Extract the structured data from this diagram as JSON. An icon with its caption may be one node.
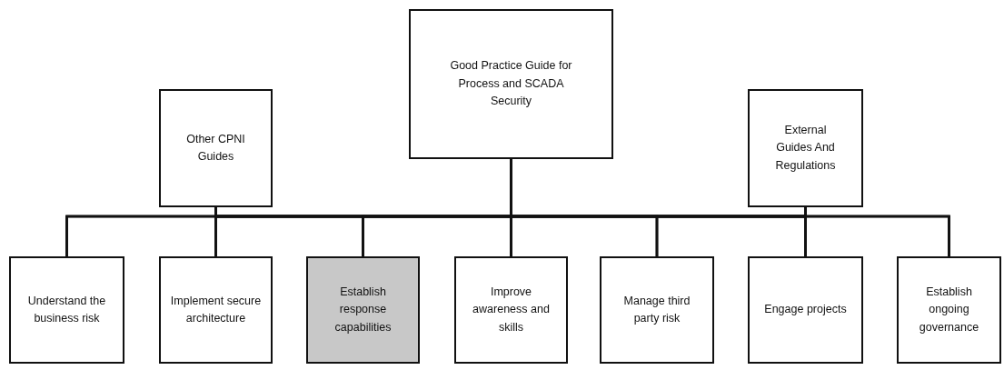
{
  "diagram": {
    "nodes": [
      {
        "text": [
          "Good Practice Guide for Process and SCADA Security"
        ]
      },
      {
        "text": [
          "Other CPNI Guides"
        ]
      },
      {
        "text": [
          "External Guides And Regulations"
        ]
      },
      {
        "text": [
          "Understand the business risk"
        ]
      },
      {
        "text": [
          "Implement secure architecture"
        ]
      },
      {
        "text": [
          "Establish response capabilities"
        ]
      },
      {
        "text": [
          "Improve awareness and skills"
        ]
      },
      {
        "text": [
          "Manage third party risk"
        ]
      },
      {
        "text": [
          "Engage projects"
        ]
      },
      {
        "text": [
          "Establish ongoing governance"
        ]
      }
    ],
    "edges": [
      {
        "from": 0,
        "to": 3,
        "arrow": "none"
      },
      {
        "from": 0,
        "to": 4,
        "arrow": "none"
      },
      {
        "from": 0,
        "to": 5,
        "arrow": "none"
      },
      {
        "from": 0,
        "to": 6,
        "arrow": "none"
      },
      {
        "from": 0,
        "to": 7,
        "arrow": "none"
      },
      {
        "from": 0,
        "to": 8,
        "arrow": "none"
      },
      {
        "from": 0,
        "to": 9,
        "arrow": "none"
      },
      {
        "from": 1,
        "to": 3,
        "arrow": "none"
      },
      {
        "from": 1,
        "to": 4,
        "arrow": "none"
      },
      {
        "from": 1,
        "to": 5,
        "arrow": "none"
      },
      {
        "from": 1,
        "to": 6,
        "arrow": "none"
      },
      {
        "from": 1,
        "to": 7,
        "arrow": "none"
      },
      {
        "from": 1,
        "to": 8,
        "arrow": "none"
      },
      {
        "from": 1,
        "to": 9,
        "arrow": "none"
      },
      {
        "from": 2,
        "to": 3,
        "arrow": "none"
      },
      {
        "from": 2,
        "to": 4,
        "arrow": "none"
      },
      {
        "from": 2,
        "to": 5,
        "arrow": "none"
      },
      {
        "from": 2,
        "to": 6,
        "arrow": "none"
      },
      {
        "from": 2,
        "to": 7,
        "arrow": "none"
      },
      {
        "from": 2,
        "to": 8,
        "arrow": "none"
      },
      {
        "from": 2,
        "to": 9,
        "arrow": "none"
      }
    ]
  }
}
